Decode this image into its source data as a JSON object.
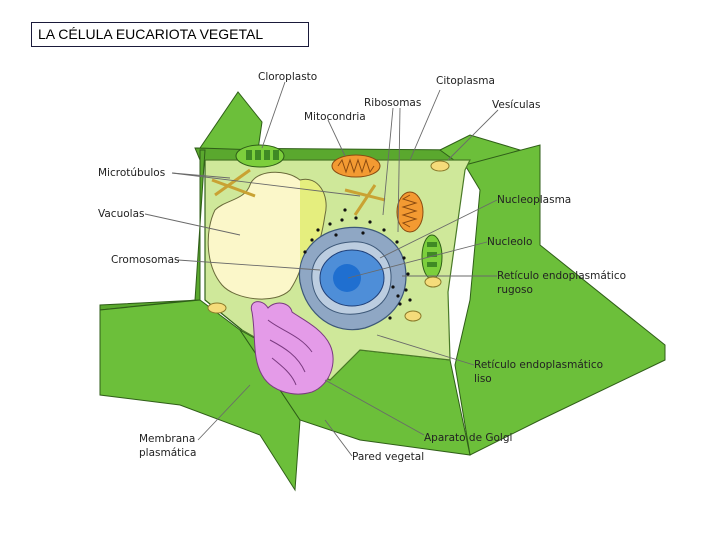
{
  "title": "LA CÉLULA EUCARIOTA VEGETAL",
  "labels": {
    "cloroplasto": "Cloroplasto",
    "ribosomas": "Ribosomas",
    "citoplasma": "Citoplasma",
    "mitocondria": "Mitocondria",
    "vesiculas": "Vesículas",
    "microtubulos": "Microtúbulos",
    "nucleoplasma": "Nucleoplasma",
    "vacuolas": "Vacuolas",
    "nucleolo": "Nucleolo",
    "cromosomas": "Cromosomas",
    "rer_line1": "Retículo endoplasmático",
    "rer_line2": "rugoso",
    "rel_line1": "Retículo endoplasmático",
    "rel_line2": "liso",
    "membrana_line1": "Membrana",
    "membrana_line2": "plasmática",
    "golgi": "Aparato de Golgi",
    "pared": "Pared vegetal"
  },
  "colors": {
    "cell_wall": "#6cbf3a",
    "cytoplasm": "#cfe89a",
    "vacuole": "#fbf7c9",
    "nucleus_envelope": "#8fa7c4",
    "nucleus": "#4e8ed8",
    "nucleolus": "#1f6fd0",
    "mitochondria": "#f39a32",
    "chloroplast": "#7ccf3c",
    "golgi": "#e49be8",
    "vesicle": "#f5dc7a"
  }
}
